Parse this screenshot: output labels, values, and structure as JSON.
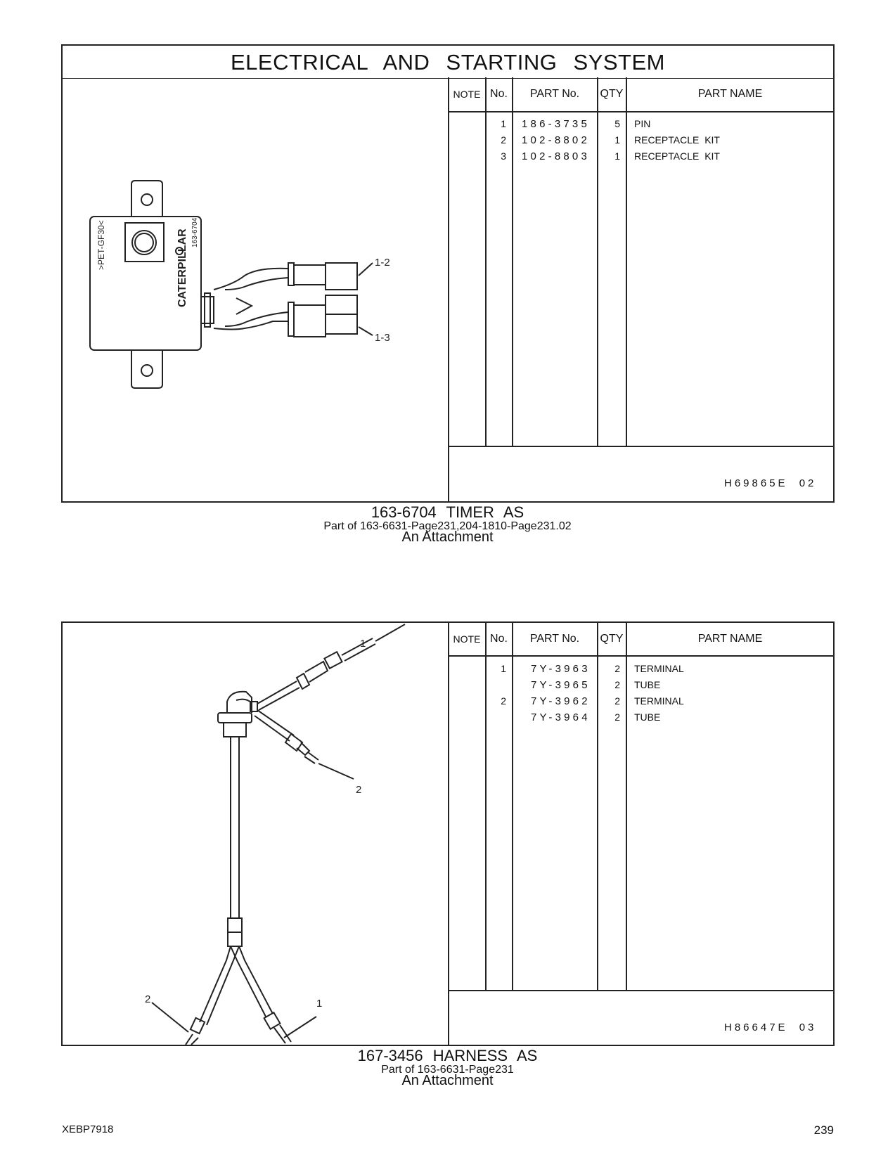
{
  "page_title": "ELECTRICAL AND STARTING SYSTEM",
  "headers": {
    "note": "NOTE",
    "no": "No.",
    "part_no": "PART No.",
    "qty": "QTY",
    "part_name": "PART NAME"
  },
  "sections": [
    {
      "rows": [
        {
          "no": "1",
          "part_no": "186-3735",
          "qty": "5",
          "name": "PIN"
        },
        {
          "no": "2",
          "part_no": "102-8802",
          "qty": "1",
          "name": "RECEPTACLE KIT"
        },
        {
          "no": "3",
          "part_no": "102-8803",
          "qty": "1",
          "name": "RECEPTACLE KIT"
        }
      ],
      "illustration_code": "H69865E 02",
      "callouts": [
        "1-2",
        "1-3"
      ],
      "label_texts": [
        ">PET-GF30<",
        "CATERPILLAR",
        "163-6704"
      ],
      "caption_title": "163-6704 TIMER AS",
      "caption_part_of": "Part of 163-6631-Page231,204-1810-Page231.02",
      "caption_note": "An Attachment"
    },
    {
      "rows": [
        {
          "no": "1",
          "part_no": "7Y-3963",
          "qty": "2",
          "name": "TERMINAL"
        },
        {
          "no": "",
          "part_no": "7Y-3965",
          "qty": "2",
          "name": "TUBE"
        },
        {
          "no": "2",
          "part_no": "7Y-3962",
          "qty": "2",
          "name": "TERMINAL"
        },
        {
          "no": "",
          "part_no": "7Y-3964",
          "qty": "2",
          "name": "TUBE"
        }
      ],
      "illustration_code": "H86647E 03",
      "callouts": [
        "1",
        "2",
        "2",
        "1"
      ],
      "caption_title": "167-3456 HARNESS AS",
      "caption_part_of": "Part of 163-6631-Page231",
      "caption_note": "An Attachment"
    }
  ],
  "footer": {
    "doc_code": "XEBP7918",
    "page_number": "239"
  }
}
